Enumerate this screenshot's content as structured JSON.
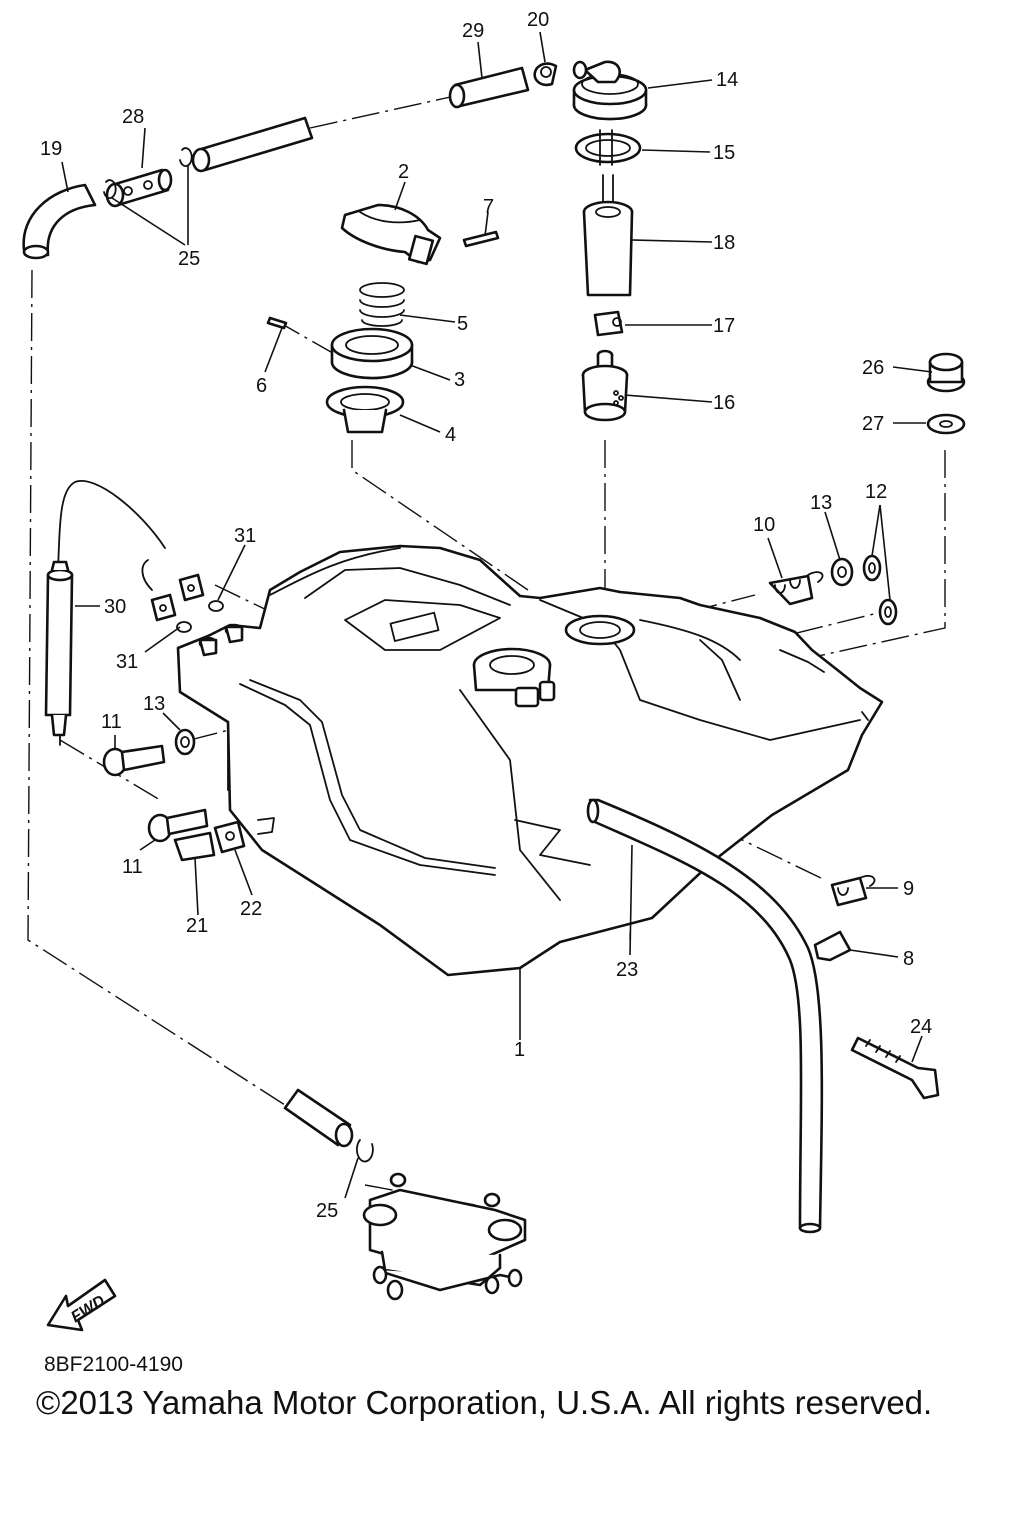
{
  "callouts": [
    "1",
    "2",
    "3",
    "4",
    "5",
    "6",
    "7",
    "8",
    "9",
    "10",
    "11",
    "11",
    "12",
    "13",
    "13",
    "14",
    "15",
    "16",
    "17",
    "18",
    "19",
    "20",
    "21",
    "22",
    "23",
    "24",
    "25",
    "25",
    "26",
    "27",
    "28",
    "29",
    "30",
    "31",
    "31"
  ],
  "fwd_label": "FWD",
  "drawing_code": "8BF2100-4190",
  "copyright": "©2013 Yamaha Motor Corporation, U.S.A. All rights reserved."
}
